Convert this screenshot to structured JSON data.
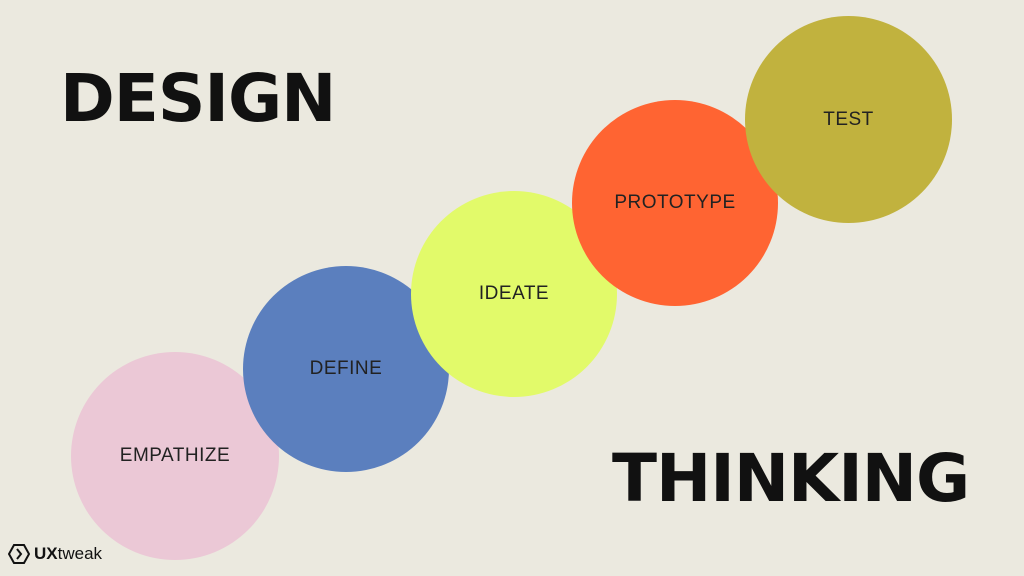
{
  "title": {
    "line1": "DESIGN",
    "line2": "THINKING"
  },
  "stages": [
    {
      "label": "EMPATHIZE",
      "color": "#ebc8d6"
    },
    {
      "label": "DEFINE",
      "color": "#5b7fbe"
    },
    {
      "label": "IDEATE",
      "color": "#e2fa6a"
    },
    {
      "label": "PROTOTYPE",
      "color": "#ff6432"
    },
    {
      "label": "TEST",
      "color": "#c1b23e"
    }
  ],
  "logo": {
    "bold": "UX",
    "rest": "tweak",
    "icon": "chevron-hexagon-icon"
  }
}
